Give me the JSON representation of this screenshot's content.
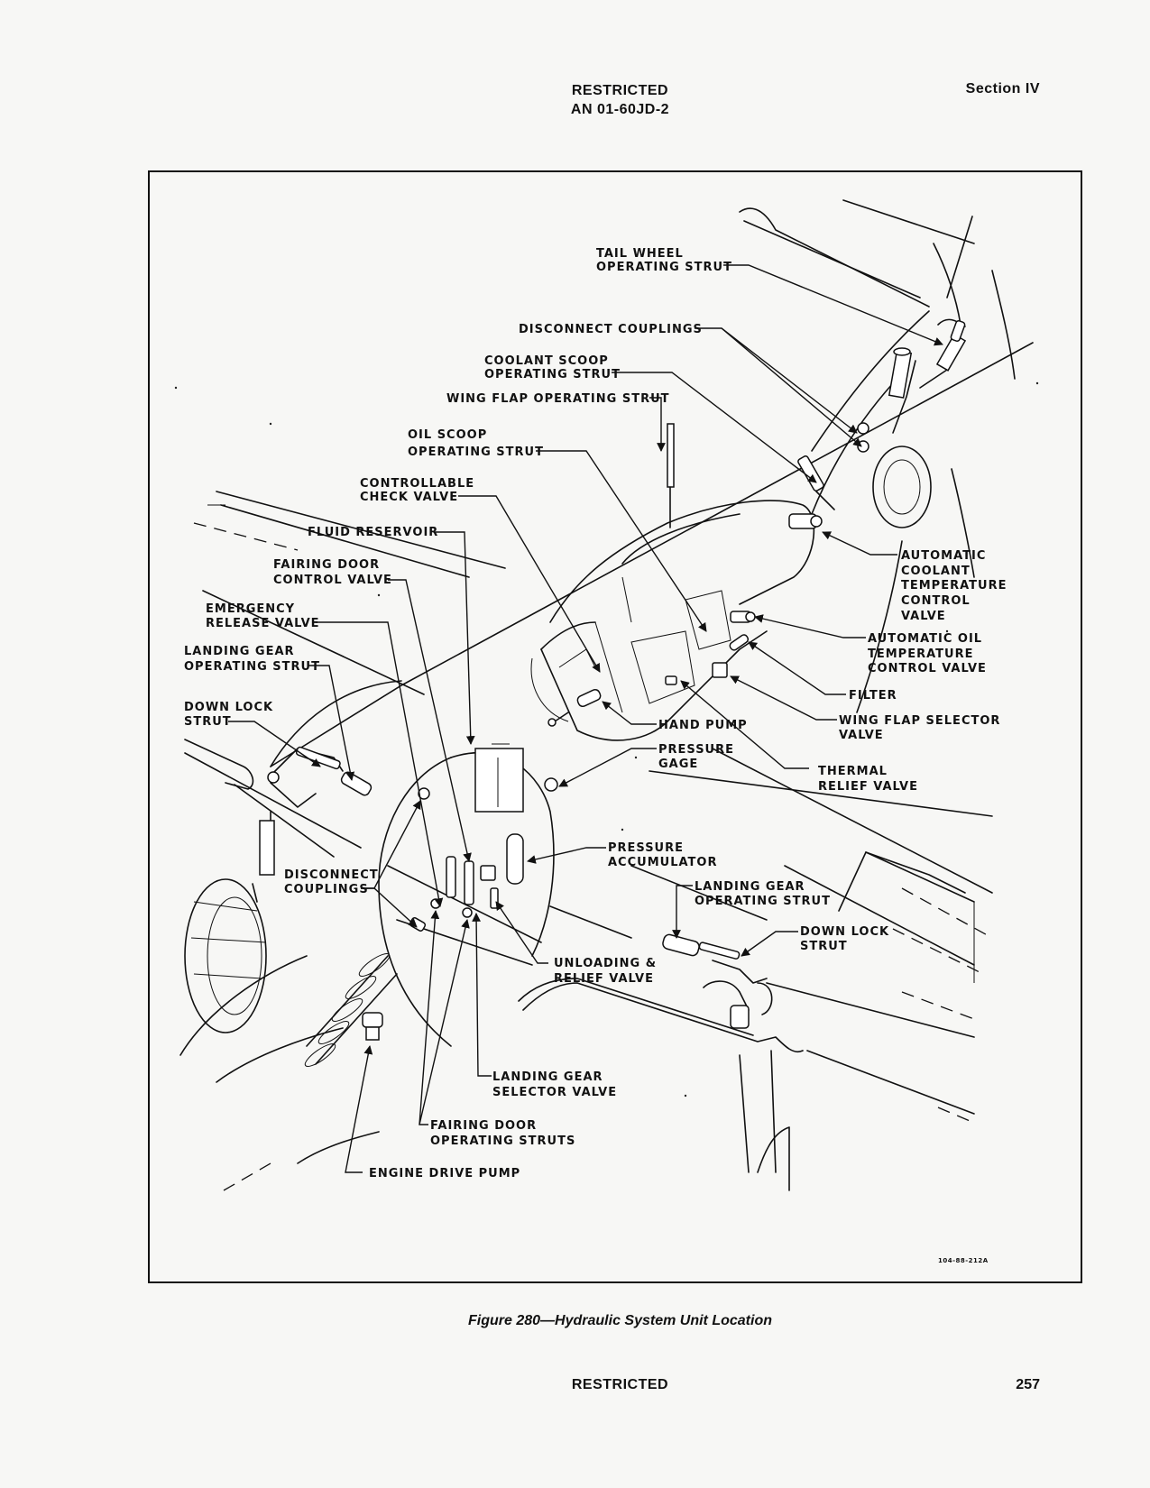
{
  "header": {
    "classification": "RESTRICTED",
    "doc_number": "AN 01-60JD-2",
    "section": "Section IV"
  },
  "figure": {
    "drawing_number": "104-88-212A",
    "labels": {
      "tail_wheel_operating_strut": [
        "TAIL WHEEL",
        "OPERATING STRUT"
      ],
      "disconnect_couplings_top": [
        "DISCONNECT COUPLINGS"
      ],
      "coolant_scoop_operating_strut": [
        "COOLANT SCOOP",
        "OPERATING STRUT"
      ],
      "wing_flap_operating_strut": [
        "WING FLAP OPERATING STRUT"
      ],
      "oil_scoop_operating_strut": [
        "OIL SCOOP",
        "OPERATING STRUT"
      ],
      "controllable_check_valve": [
        "CONTROLLABLE",
        "CHECK VALVE"
      ],
      "fluid_reservoir": [
        "FLUID RESERVOIR"
      ],
      "fairing_door_control_valve": [
        "FAIRING DOOR",
        "CONTROL VALVE"
      ],
      "emergency_release_valve": [
        "EMERGENCY",
        "RELEASE VALVE"
      ],
      "landing_gear_operating_strut_left": [
        "LANDING GEAR",
        "OPERATING STRUT"
      ],
      "down_lock_strut_left": [
        "DOWN LOCK",
        "STRUT"
      ],
      "automatic_coolant_temperature_control_valve": [
        "AUTOMATIC",
        "COOLANT",
        "TEMPERATURE",
        "CONTROL",
        "VALVE"
      ],
      "automatic_oil_temperature_control_valve": [
        "AUTOMATIC OIL",
        "TEMPERATURE",
        "CONTROL VALVE"
      ],
      "filter": [
        "FILTER"
      ],
      "hand_pump": [
        "HAND PUMP"
      ],
      "wing_flap_selector_valve": [
        "WING FLAP SELECTOR",
        "VALVE"
      ],
      "pressure_gage": [
        "PRESSURE",
        "GAGE"
      ],
      "thermal_relief_valve": [
        "THERMAL",
        "RELIEF VALVE"
      ],
      "pressure_accumulator": [
        "PRESSURE",
        "ACCUMULATOR"
      ],
      "disconnect_couplings_left": [
        "DISCONNECT",
        "COUPLINGS"
      ],
      "landing_gear_operating_strut_right": [
        "LANDING GEAR",
        "OPERATING STRUT"
      ],
      "down_lock_strut_right": [
        "DOWN LOCK",
        "STRUT"
      ],
      "unloading_relief_valve": [
        "UNLOADING &",
        "RELIEF VALVE"
      ],
      "landing_gear_selector_valve": [
        "LANDING GEAR",
        "SELECTOR VALVE"
      ],
      "fairing_door_operating_struts": [
        "FAIRING DOOR",
        "OPERATING STRUTS"
      ],
      "engine_drive_pump": [
        "ENGINE DRIVE PUMP"
      ]
    },
    "caption": "Figure 280—Hydraulic System Unit Location"
  },
  "footer": {
    "classification": "RESTRICTED",
    "page_number": "257"
  }
}
